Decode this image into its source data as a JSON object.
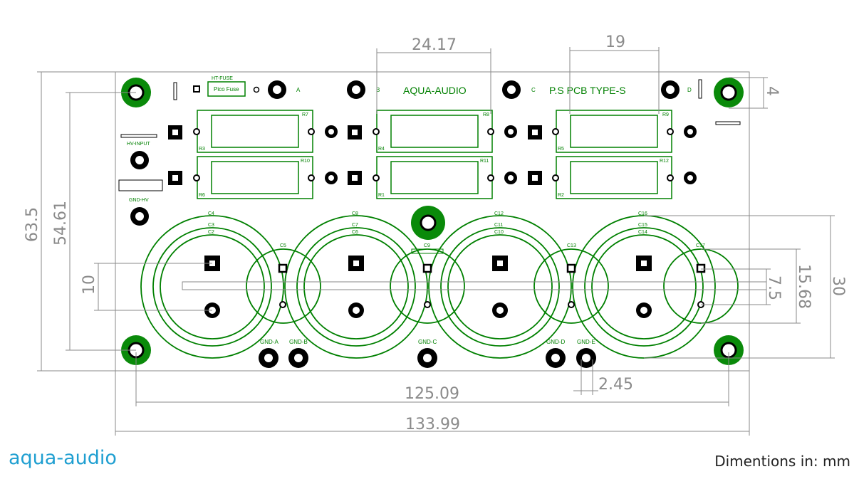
{
  "brand": "aqua-audio",
  "units_note": "Dimentions in: mm",
  "board": {
    "title_left": "AQUA-AUDIO",
    "title_right": "P.S PCB TYPE-S",
    "fuse_label": "HT-FUSE",
    "fuse_text": "Pico Fuse",
    "hv_input": "HV-INPUT",
    "gnd_hv": "GND-HV",
    "nodes": [
      "A",
      "B",
      "C",
      "D"
    ],
    "gnd_labels": [
      "GND-A",
      "GND-B",
      "GND-C",
      "GND-D",
      "GND-E"
    ],
    "resistors_top": [
      {
        "top": "R7",
        "bottom": "R3"
      },
      {
        "top": "R8",
        "bottom": "R4"
      },
      {
        "top": "R9",
        "bottom": "R5"
      }
    ],
    "resistors_bottom": [
      {
        "top": "R10",
        "bottom": "R6"
      },
      {
        "top": "R11",
        "bottom": "R1"
      },
      {
        "top": "R12",
        "bottom": "R2"
      }
    ],
    "caps_large": [
      {
        "outer": "C4",
        "mid": "C3",
        "inner": "C2"
      },
      {
        "outer": "C8",
        "mid": "C7",
        "inner": "C6"
      },
      {
        "outer": "C12",
        "mid": "C11",
        "inner": "C10"
      },
      {
        "outer": "C16",
        "mid": "C15",
        "inner": "C14"
      }
    ],
    "caps_small": [
      "C5",
      "C9",
      "C13",
      "C17"
    ]
  },
  "dimensions": {
    "top_span_1": "24.17",
    "top_span_2": "19",
    "hole_offset": "4",
    "total_height": "63.5",
    "hole_height": "54.61",
    "cap_pitch": "10",
    "small_cap_pitch": "7.5",
    "cap_span": "15.68",
    "cap_diameter": "30",
    "pad_spacing": "2.45",
    "hole_width": "125.09",
    "total_width": "133.99"
  },
  "colors": {
    "silk": "#008000",
    "dimension": "#8a8a8a",
    "brand": "#1f9fd1"
  }
}
